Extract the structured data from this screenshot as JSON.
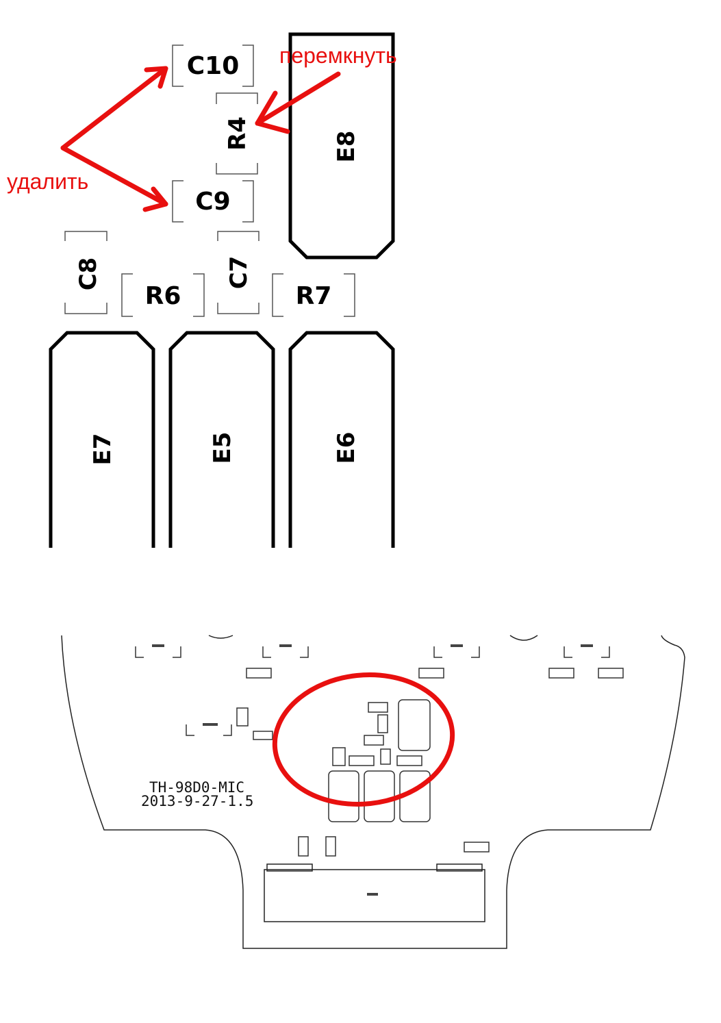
{
  "zoom": {
    "components": {
      "c10": "C10",
      "r4": "R4",
      "c9": "C9",
      "e8": "E8",
      "c8": "C8",
      "c7": "C7",
      "r6": "R6",
      "r7": "R7",
      "e7": "E7",
      "e5": "E5",
      "e6": "E6"
    },
    "annotations": {
      "remove": "удалить",
      "bridge": "перемкнуть"
    }
  },
  "board": {
    "silkscreen_line1": "TH-98D0-MIC",
    "silkscreen_line2": "2013-9-27-1.5"
  },
  "colors": {
    "annotation": "#e8100f",
    "ink": "#000000"
  }
}
